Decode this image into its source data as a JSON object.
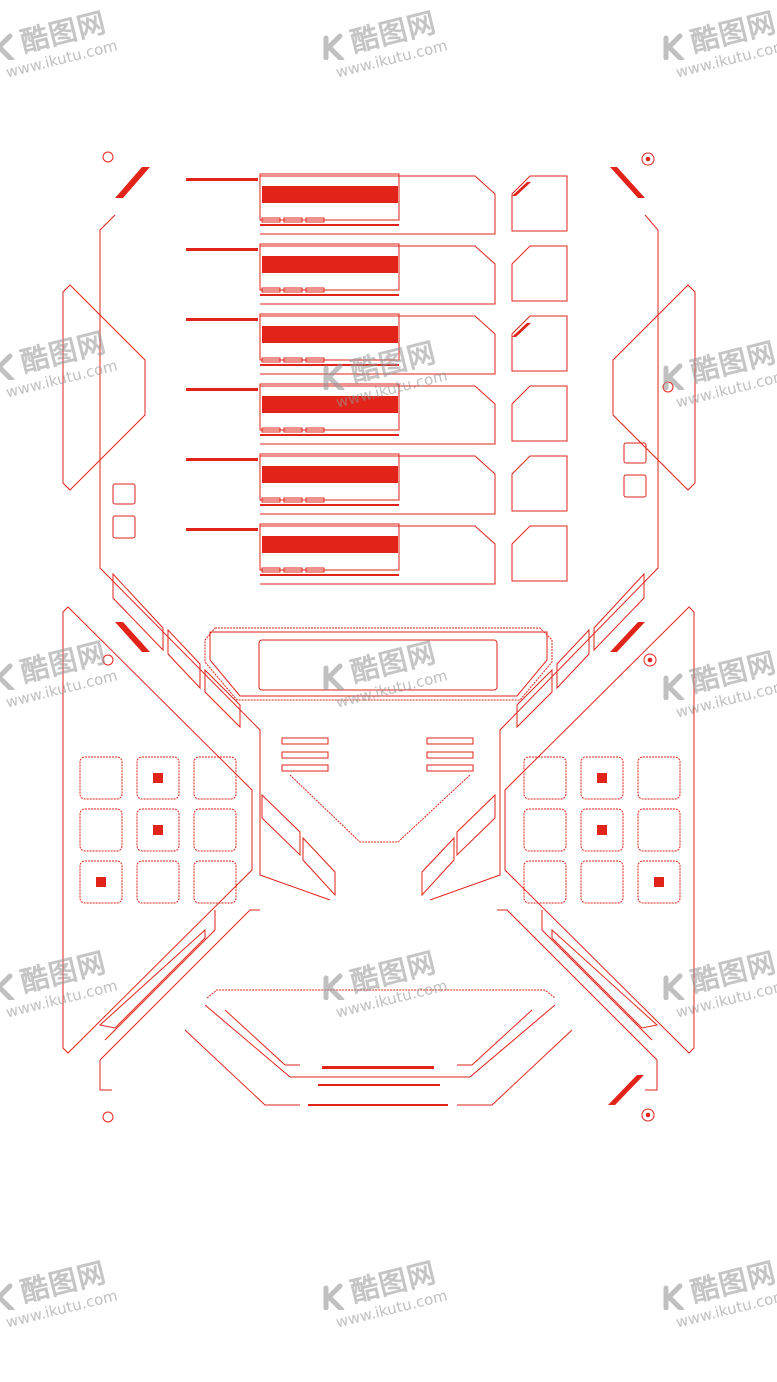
{
  "theme": {
    "line_color": "#e2231a",
    "background": "#ffffff",
    "watermark_color": "#9a9a9a"
  },
  "watermark": {
    "brand": "酷图网",
    "url": "www.ikutu.com",
    "logo_icon": "ikutu-k-logo-icon"
  },
  "hud": {
    "bar_rows": 6,
    "keypads": {
      "left": {
        "filled": [
          [
            0,
            1
          ],
          [
            1,
            1
          ],
          [
            2,
            0
          ]
        ]
      },
      "right": {
        "filled": [
          [
            0,
            1
          ],
          [
            1,
            1
          ],
          [
            2,
            2
          ]
        ]
      }
    }
  }
}
